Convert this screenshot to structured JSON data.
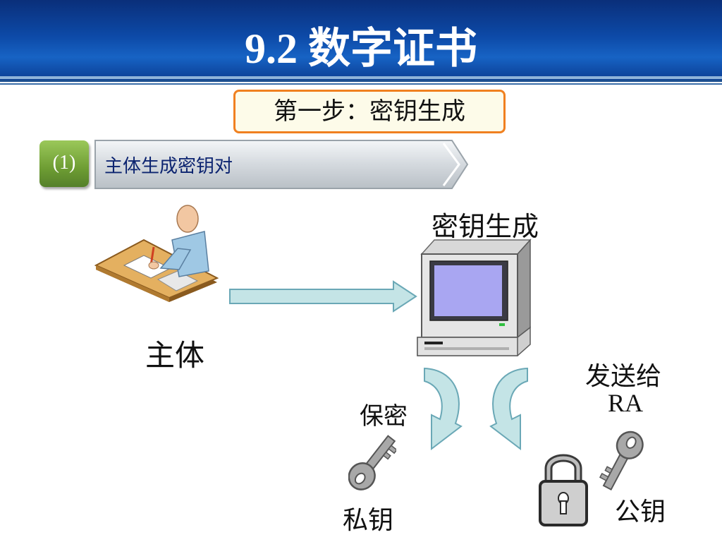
{
  "title": "9.2 数字证书",
  "step_label": "第一步：密钥生成",
  "item": {
    "number": "(1)",
    "text": "主体生成密钥对"
  },
  "labels": {
    "subject": "主体",
    "keygen": "密钥生成",
    "keep_secret": "保密",
    "private_key": "私钥",
    "send_to_line1": "发送给",
    "send_to_line2": "RA",
    "public_key": "公钥"
  },
  "colors": {
    "header": "#0d4aa8",
    "step_border": "#f08020",
    "badge": "#6e9d33",
    "arrow": "#c4e4e6"
  }
}
